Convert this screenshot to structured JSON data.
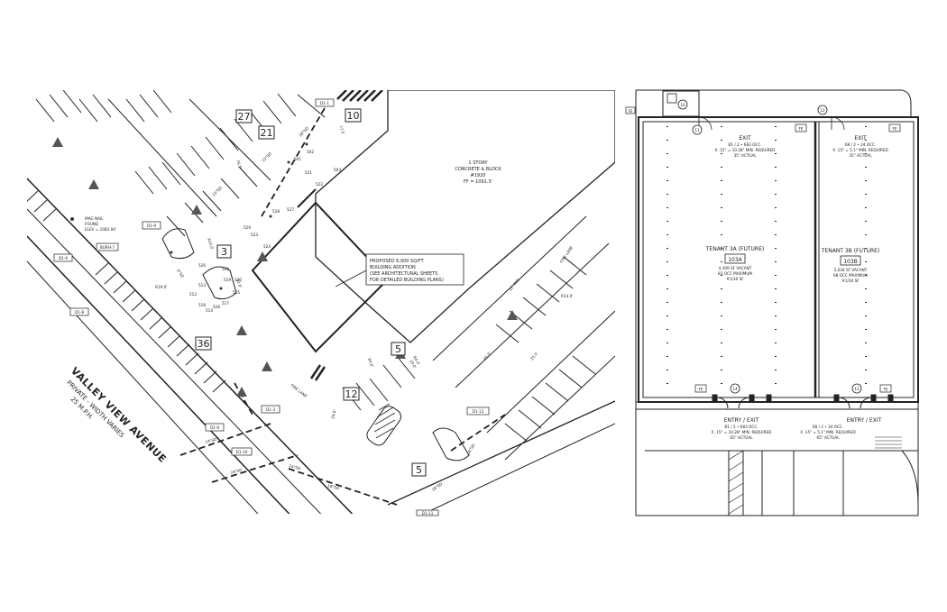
{
  "site_plan": {
    "street_name": "VALLEY VIEW AVENUE",
    "street_note": "PRIVATE - WIDTH VARIES",
    "street_speed": "25 M.P.H.",
    "existing_building": {
      "line1": "1 STORY",
      "line2": "CONCRETE & BLOCK",
      "line3": "#1920",
      "line4": "FF = 1091.3'"
    },
    "proposed_note": [
      "PROPOSED 6,900 SQ/FT",
      "BUILDING ADDITION",
      "(SEE ARCHITECTURAL SHEETS",
      "FOR DETAILED BUILDING PLANS)"
    ],
    "nail_note": [
      "MAG NAIL",
      "FOUND",
      "ELEV = 1083.04'"
    ],
    "fire_lane_labels": [
      "FIRE LANE",
      "FIRE LANE"
    ],
    "space_counts": [
      "27",
      "21",
      "10",
      "3",
      "36",
      "12",
      "5",
      "5"
    ],
    "tags": [
      "D1-1",
      "D1-6",
      "D1-8",
      "D1-9",
      "BURH-7",
      "D1-3",
      "D1-9",
      "D1-10",
      "D1-12",
      "D1-11"
    ],
    "dim_labels": [
      "18\"SD",
      "15\"SD",
      "15\"SD",
      "24\"SD",
      "24\"SD",
      "24\"SD",
      "18\"SD",
      "18\"SD",
      "18\"SD",
      "6\"SD",
      "R19.0'",
      "R15.0'",
      "R14.0'",
      "R4.0'",
      "32.0'",
      "64.0'",
      "24.0'",
      "25.0'",
      "19.0'",
      "22' MIN.",
      "76.5'",
      "77.5'",
      "45.0'"
    ],
    "spot_labels": [
      "501",
      "502",
      "503",
      "521",
      "522",
      "523",
      "524",
      "525",
      "526",
      "527",
      "528",
      "529",
      "512",
      "513",
      "514",
      "515",
      "516",
      "517",
      "518",
      "519",
      "520"
    ]
  },
  "floor_plan": {
    "exit_top_left": {
      "title": "EXIT",
      "line1": "B1 / 2 • 683 OCC.",
      "line2": "X .15\" = 10.28\" MIN. REQUIRED",
      "line3": "35\" ACTUAL"
    },
    "exit_top_right": {
      "title": "EXIT",
      "line1": "68 / 2 • 34 OCC.",
      "line2": "X .15\" = 5.1\" MIN. REQUIRED",
      "line3": "35\" ACTUAL"
    },
    "tenant_a": {
      "name": "TENANT 3A (FUTURE)",
      "room": "103A",
      "line1": "4,309 SF VACANT",
      "line2": "83 OCC MAXIMUM",
      "line3": "#1/30 SF"
    },
    "tenant_b": {
      "name": "TENANT 3B (FUTURE)",
      "room": "103B",
      "line1": "2,034 SF VACANT",
      "line2": "68 OCC MAXIMUM",
      "line3": "#1/30 SF"
    },
    "entry_left": {
      "title": "ENTRY / EXIT",
      "line1": "B1 / 2 • 683 OCC.",
      "line2": "X .15\" = 10.28\" MIN. REQUIRED",
      "line3": "65\" ACTUAL"
    },
    "entry_right": {
      "title": "ENTRY / EXIT",
      "line1": "68 / 2 • 34 OCC.",
      "line2": "X .15\" = 5.1\" MIN. REQUIRED",
      "line3": "65\" ACTUAL"
    },
    "fe_label": "FE",
    "door_tags": [
      "10",
      "11",
      "12",
      "14",
      "13"
    ]
  }
}
